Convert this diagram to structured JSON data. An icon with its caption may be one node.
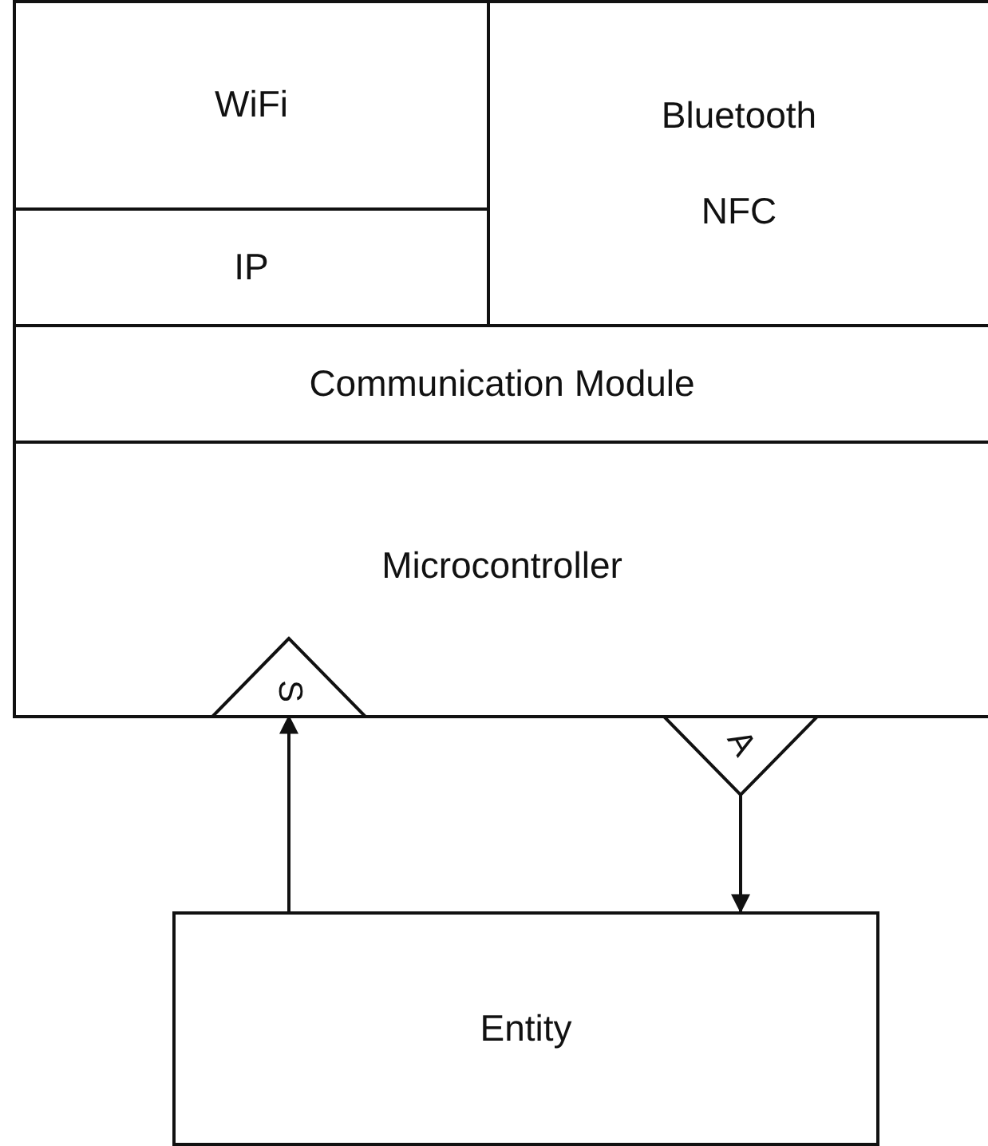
{
  "diagram": {
    "nodes": [
      {
        "text": [
          "WiFi"
        ]
      },
      {
        "text": [
          "IP"
        ]
      },
      {
        "text": [
          "Bluetooth",
          "NFC"
        ]
      },
      {
        "text": [
          "Communication Module"
        ]
      },
      {
        "text": [
          "Microcontroller"
        ]
      },
      {
        "text": [
          "S"
        ],
        "in": 4
      },
      {
        "text": [
          "A"
        ]
      },
      {
        "text": [
          "Entity"
        ]
      }
    ],
    "edges": [
      {
        "from": 7,
        "to": 5,
        "arrow": "to"
      },
      {
        "from": 6,
        "to": 7,
        "arrow": "to"
      }
    ]
  }
}
